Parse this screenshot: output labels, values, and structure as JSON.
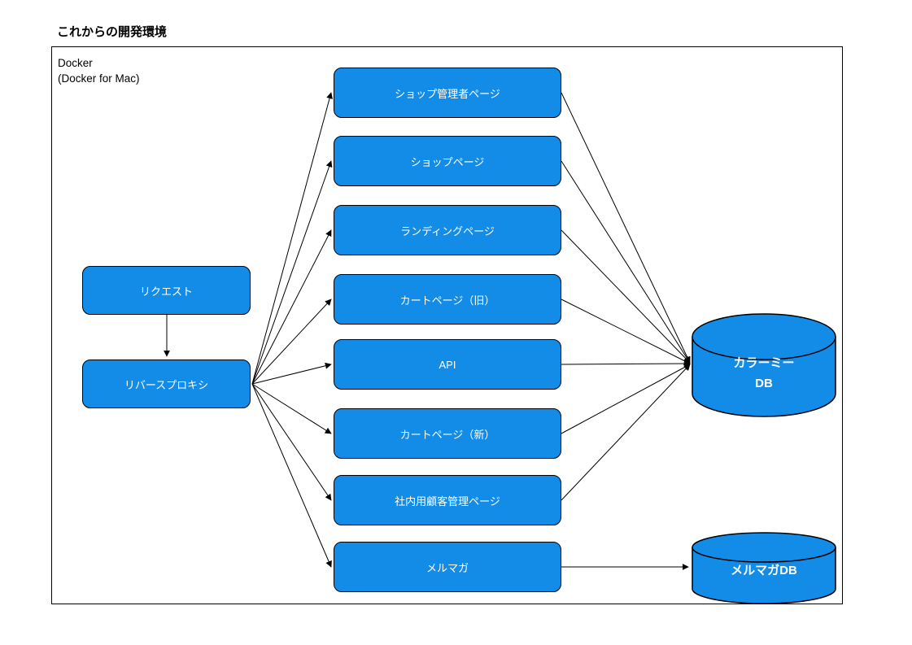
{
  "page_title": "これからの開発環境",
  "container": {
    "label": "Docker\n(Docker for Mac)"
  },
  "flow": {
    "request_label": "リクエスト",
    "reverse_proxy_label": "リバースプロキシ"
  },
  "services": [
    {
      "label": "ショップ管理者ページ"
    },
    {
      "label": "ショップページ"
    },
    {
      "label": "ランディングページ"
    },
    {
      "label": "カートページ（旧）"
    },
    {
      "label": "API"
    },
    {
      "label": "カートページ（新）"
    },
    {
      "label": "社内用顧客管理ページ"
    },
    {
      "label": "メルマガ"
    }
  ],
  "databases": [
    {
      "label": "カラーミー\nDB"
    },
    {
      "label": "メルマガDB"
    }
  ],
  "colors": {
    "node_fill": "#138CE8",
    "node_border": "#000000",
    "node_text": "#FFFFFF",
    "connector": "#000000"
  }
}
